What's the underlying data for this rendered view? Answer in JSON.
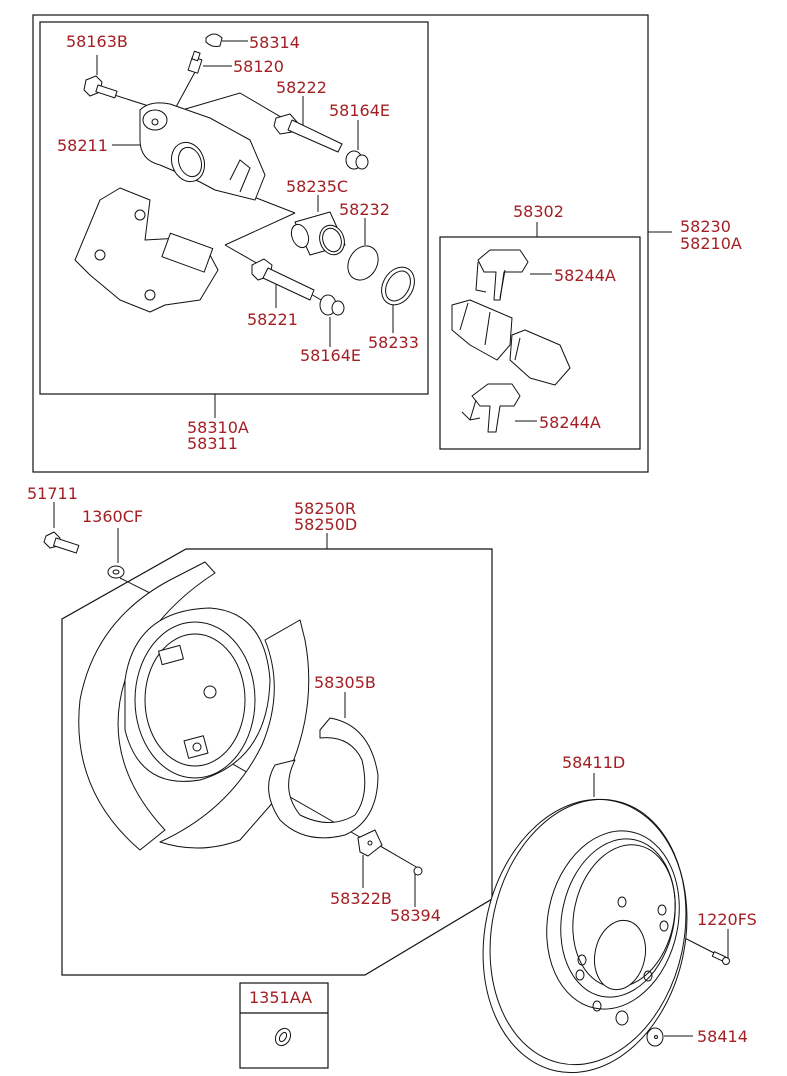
{
  "diagram": {
    "title": "Rear brake assembly exploded parts diagram",
    "label_color": "#a31f24",
    "line_color": "#111111",
    "groups": {
      "caliper_assembly": {
        "codes": [
          "58230",
          "58210A"
        ]
      },
      "caliper_kit": {
        "codes": [
          "58310A",
          "58311"
        ]
      },
      "pad_kit": {
        "codes": [
          "58302"
        ]
      },
      "backing_plate_assembly": {
        "codes": [
          "58250R",
          "58250D"
        ]
      }
    },
    "labels": {
      "p58163B": "58163B",
      "p58314": "58314",
      "p58120": "58120",
      "p58222": "58222",
      "p58164E_top": "58164E",
      "p58211": "58211",
      "p58235C": "58235C",
      "p58232": "58232",
      "p58221": "58221",
      "p58233": "58233",
      "p58164E_bottom": "58164E",
      "p58310A": "58310A",
      "p58311": "58311",
      "p58302": "58302",
      "p58230": "58230",
      "p58210A": "58210A",
      "p58244A_top": "58244A",
      "p58244A_bottom": "58244A",
      "p51711": "51711",
      "p1360CF": "1360CF",
      "p58250R": "58250R",
      "p58250D": "58250D",
      "p58305B": "58305B",
      "p58322B": "58322B",
      "p58394": "58394",
      "p58411D": "58411D",
      "p1220FS": "1220FS",
      "p58414": "58414",
      "p1351AA": "1351AA"
    }
  }
}
